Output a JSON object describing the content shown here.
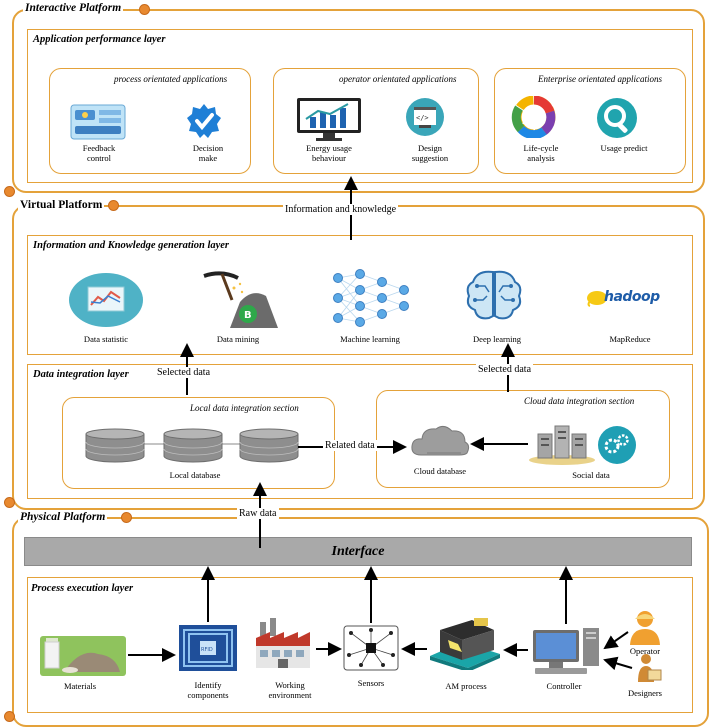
{
  "platforms": {
    "interactive": "Interactive Platform",
    "virtual": "Virtual Platform",
    "physical": "Physical Platform"
  },
  "layers": {
    "application": "Application performance layer",
    "info_knowledge": "Information and  Knowledge generation layer",
    "data_integration": "Data integration layer",
    "process_execution": "Process execution layer"
  },
  "sections": {
    "process_apps": "process orientated applications",
    "operator_apps": "operator orientated applications",
    "enterprise_apps": "Enterprise orientated applications",
    "local_integration": "Local data integration section",
    "cloud_integration": "Cloud data integration section"
  },
  "apps": {
    "feedback_control": "Feedback\ncontrol",
    "decision_make": "Decision\nmake",
    "energy_usage": "Energy usage\nbehaviour",
    "design_suggestion": "Design\nsuggestion",
    "life_cycle": "Life-cycle\nanalysis",
    "usage_predict": "Usage predict"
  },
  "techniques": {
    "data_statistic": "Data statistic",
    "data_mining": "Data mining",
    "machine_learning": "Machine learning",
    "deep_learning": "Deep learning",
    "mapreduce": "MapReduce",
    "hadoop_logo": "hadoop"
  },
  "databases": {
    "local": "Local database",
    "cloud": "Cloud database",
    "social": "Social data"
  },
  "flows": {
    "info_knowledge": "Information and knowledge",
    "selected_left": "Selected data",
    "selected_right": "Selected data",
    "related": "Related data",
    "raw": "Raw data"
  },
  "interface": "Interface",
  "process": {
    "materials": "Materials",
    "identify": "Identify\ncomponents",
    "working_env": "Working\nenvironment",
    "sensors": "Sensors",
    "am_process": "AM process",
    "controller": "Controller",
    "operator": "Operator",
    "designers": "Designers"
  },
  "colors": {
    "frame": "#e4a23a",
    "dot": "#e8892f",
    "interface_bar": "#a9a9a9",
    "teal": "#2a9aa3",
    "blue": "#1e63b0"
  }
}
